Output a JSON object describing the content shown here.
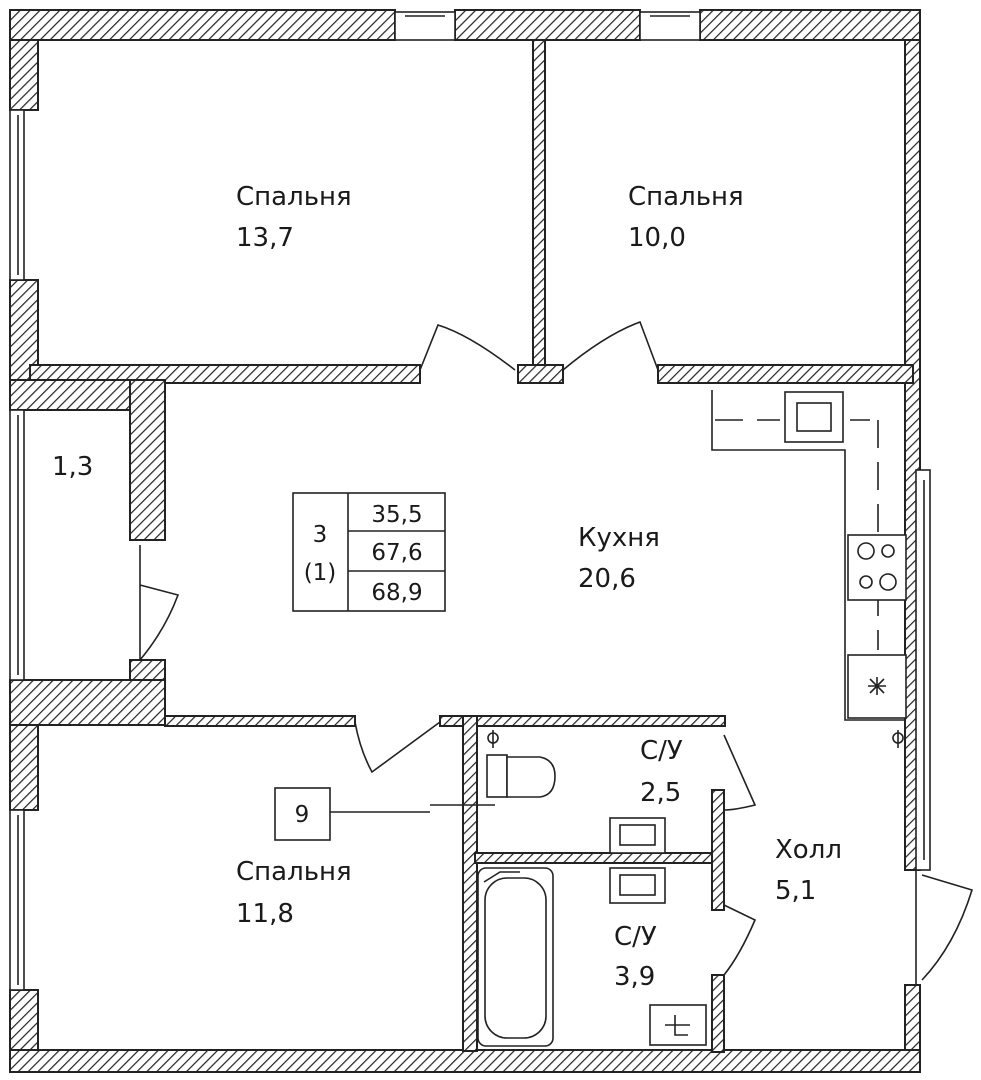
{
  "rooms": {
    "bedroom_1": {
      "name": "Спальня",
      "area": "13,7"
    },
    "bedroom_2": {
      "name": "Спальня",
      "area": "10,0"
    },
    "balcony": {
      "area": "1,3"
    },
    "kitchen": {
      "name": "Кухня",
      "area": "20,6"
    },
    "bedroom_3": {
      "name": "Спальня",
      "area": "11,8"
    },
    "bathroom_1": {
      "name": "С/У",
      "area": "2,5"
    },
    "bathroom_2": {
      "name": "С/У",
      "area": "3,9"
    },
    "hall": {
      "name": "Холл",
      "area": "5,1"
    }
  },
  "info_table": {
    "rooms_count": "3",
    "rooms_sub": "(1)",
    "living_area": "35,5",
    "total_area": "67,6",
    "total_with_balcony": "68,9"
  },
  "marker": {
    "number": "9"
  },
  "colors": {
    "line": "#222222",
    "background": "#ffffff"
  }
}
